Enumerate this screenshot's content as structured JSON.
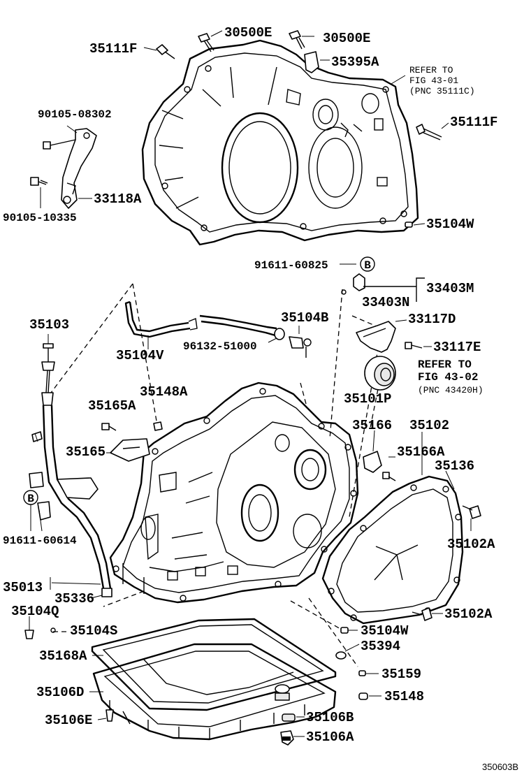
{
  "labels": {
    "p30500E_a": "30500E",
    "p30500E_b": "30500E",
    "p35111F_a": "35111F",
    "p35395A": "35395A",
    "refer_1_line1": "REFER TO",
    "refer_1_line2": "FIG 43-01",
    "refer_1_line3": "(PNC 35111C)",
    "p90105_08302": "90105-08302",
    "p35111F_b": "35111F",
    "p33118A": "33118A",
    "p90105_10335": "90105-10335",
    "p35104W_a": "35104W",
    "p91611_60825": "91611-60825",
    "callout_b_top": "B",
    "p33403M": "33403M",
    "p33403N": "33403N",
    "p35103": "35103",
    "p35104B": "35104B",
    "p33117D": "33117D",
    "p96132_51000": "96132-51000",
    "p35104V": "35104V",
    "p33117E": "33117E",
    "refer_2_line1": "REFER TO",
    "refer_2_line2": "FIG 43-02",
    "refer_2_line3": "(PNC 43420H)",
    "p35148A": "35148A",
    "p35165A": "35165A",
    "p35101P": "35101P",
    "p35166": "35166",
    "p35102": "35102",
    "p35166A": "35166A",
    "p35165": "35165",
    "p35136": "35136",
    "callout_b_left": "B",
    "p35102A_a": "35102A",
    "p91611_60614": "91611-60614",
    "p35013": "35013",
    "p35336": "35336",
    "p35102A_b": "35102A",
    "p35104Q": "35104Q",
    "p35104S": "35104S",
    "p35104W_b": "35104W",
    "p35394": "35394",
    "p35168A": "35168A",
    "p35159": "35159",
    "p35106D": "35106D",
    "p35148": "35148",
    "p35106E": "35106E",
    "p35106B": "35106B",
    "p35106A": "35106A",
    "diagram_id": "350603B"
  }
}
